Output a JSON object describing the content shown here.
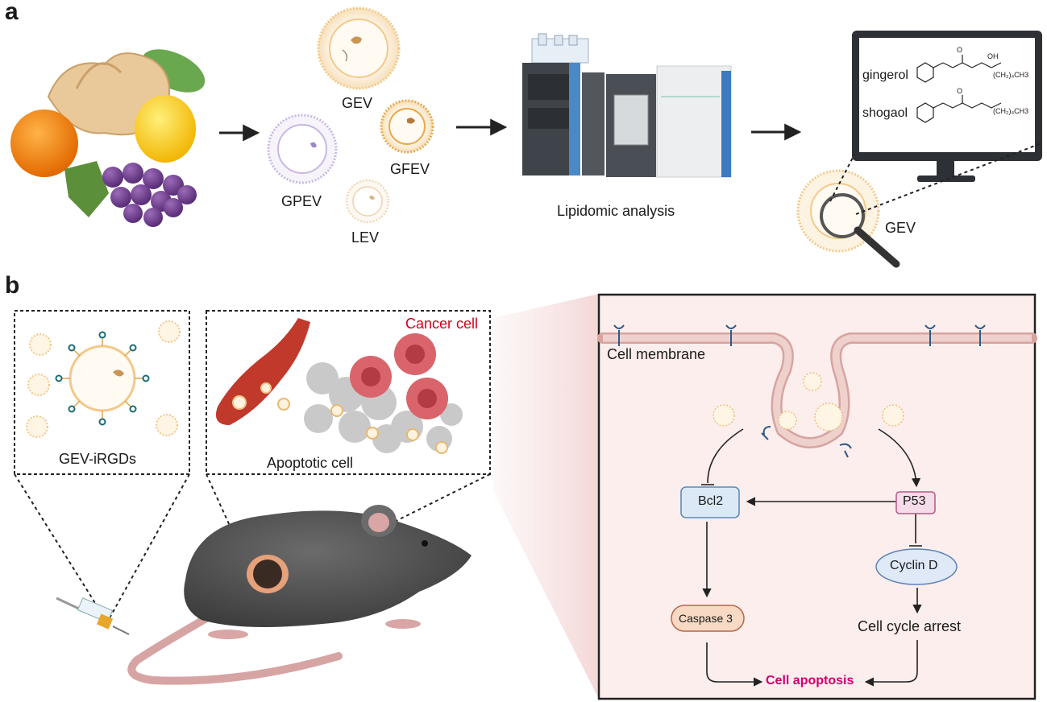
{
  "panels": {
    "a": "a",
    "b": "b"
  },
  "panel_a": {
    "vesicles": {
      "gev": "GEV",
      "gfev": "GFEV",
      "gpev": "GPEV",
      "lev": "LEV"
    },
    "instrument_label": "Lipidomic analysis",
    "monitor": {
      "gingerol_label": "gingerol",
      "shogaol_label": "shogaol",
      "oh_label": "OH",
      "o_label": "O",
      "tail_label": "(CH₂)₄CH3"
    },
    "magnified_label": "GEV"
  },
  "panel_b": {
    "inset_left_label": "GEV-iRGDs",
    "inset_mid_cancer": "Cancer cell",
    "inset_mid_apoptotic": "Apoptotic cell",
    "pathway": {
      "membrane_label": "Cell membrane",
      "bcl2": "Bcl2",
      "p53": "P53",
      "cyclin_d": "Cyclin D",
      "caspase3": "Caspase 3",
      "cell_cycle_arrest": "Cell cycle arrest",
      "cell_apoptosis": "Cell apoptosis"
    }
  },
  "colors": {
    "vesicle_gev": "#f3c98a",
    "vesicle_gfev": "#e9a94a",
    "vesicle_gpev": "#c9b7e2",
    "vesicle_lev": "#ecd3ad",
    "membrane": "#d8a3a0",
    "receptor": "#2b5a8c",
    "apoptosis_text": "#d0006f",
    "cancer_text": "#d0021b",
    "bcl2_fill": "#dbe9f7",
    "p53_fill": "#f6dbe8",
    "cyclin_fill": "#dfe9f8",
    "caspase_fill": "#f7d9c4",
    "pathway_bg": "#fbeeec",
    "instrument_blue": "#3a7bc2"
  }
}
